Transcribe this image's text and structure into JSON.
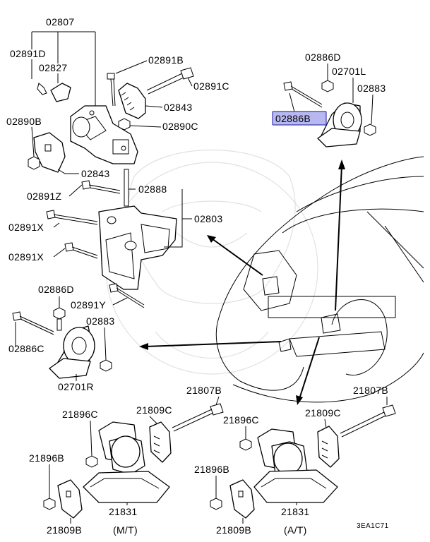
{
  "labels": {
    "p02807": "02807",
    "p02891D": "02891D",
    "p02827": "02827",
    "p02891B": "02891B",
    "p02891C": "02891C",
    "p02843_top": "02843",
    "p02890C": "02890C",
    "p02890B": "02890B",
    "p02843_bottom": "02843",
    "p02891Z": "02891Z",
    "p02888": "02888",
    "p02803": "02803",
    "p02891X_1": "02891X",
    "p02891X_2": "02891X",
    "p02886D_left": "02886D",
    "p02891Y": "02891Y",
    "p02883_left": "02883",
    "p02886C": "02886C",
    "p02701R": "02701R",
    "p02886D_right": "02886D",
    "p02701L": "02701L",
    "p02883_right": "02883",
    "p02886B": "02886B",
    "p21807B_left": "21807B",
    "p21896C_left": "21896C",
    "p21809C_left": "21809C",
    "p21896B_left": "21896B",
    "p21831_left": "21831",
    "p21809B_left": "21809B",
    "mt": "(M/T)",
    "p21807B_right": "21807B",
    "p21896C_right": "21896C",
    "p21809C_right": "21809C",
    "p21896B_right": "21896B",
    "p21831_right": "21831",
    "p21809B_right": "21809B",
    "at": "(A/T)",
    "code": "3EA1C71"
  },
  "colors": {
    "highlight_fill": "#b7b8f0",
    "highlight_stroke": "#3a3ab0",
    "watermark": "#c8c8c8"
  }
}
